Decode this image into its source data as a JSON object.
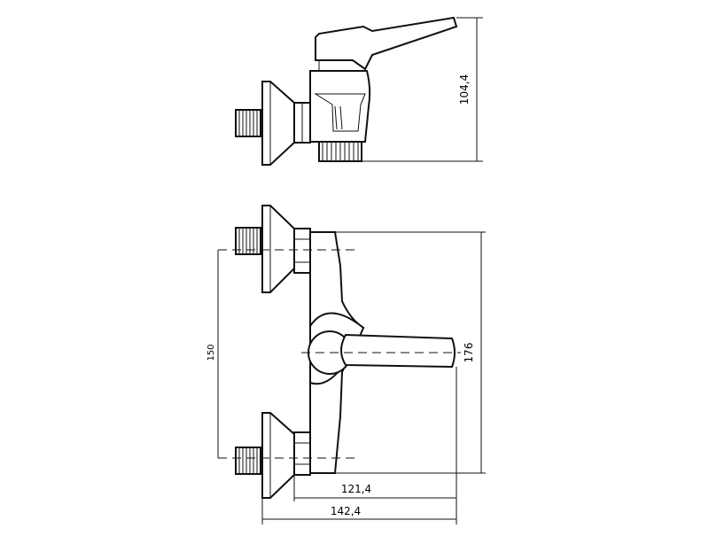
{
  "dimensions": {
    "height_side": "104,4",
    "total_height_front": "176",
    "inlet_spacing": "150",
    "spout_length": "121,4",
    "total_width": "142,4"
  },
  "colors": {
    "stroke": "#111111",
    "background": "#ffffff"
  }
}
